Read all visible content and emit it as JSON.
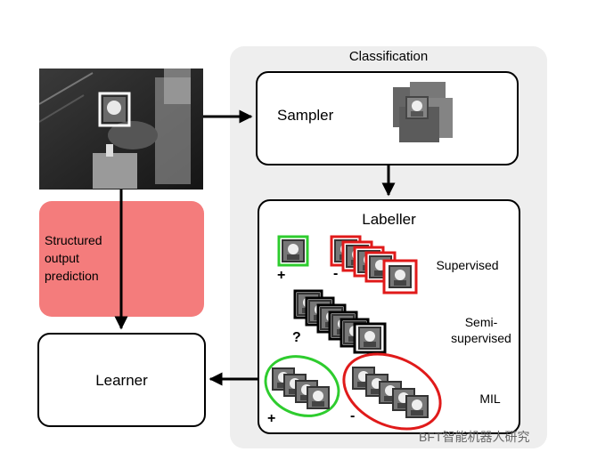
{
  "classification": {
    "title": "Classification"
  },
  "sampler": {
    "label": "Sampler"
  },
  "labeller": {
    "title": "Labeller",
    "rows": [
      {
        "label": "Supervised",
        "positive": "+",
        "negative": "-"
      },
      {
        "label": "Semi-\nsupervised",
        "unknown": "?"
      },
      {
        "label": "MIL",
        "positive": "+",
        "negative": "-"
      }
    ]
  },
  "learner": {
    "label": "Learner"
  },
  "structured": {
    "label": "Structured\noutput\nprediction"
  },
  "watermark": {
    "text": "BFT智能机器人研究"
  },
  "colors": {
    "positive": "#2ecc2e",
    "negative": "#e01a1a",
    "prediction": "#f47c7c",
    "panel": "#eeeeee"
  }
}
